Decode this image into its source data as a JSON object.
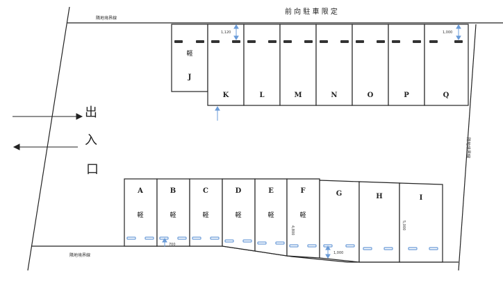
{
  "notes": {
    "forward_parking": "前 向 駐 車 限 定",
    "boundary_top": "隣地境界線",
    "boundary_bottom": "隣地境界線",
    "boundary_right": "隣地境界線"
  },
  "entrance": [
    "出",
    "入",
    "口"
  ],
  "kei_mark": "軽",
  "top_row": [
    {
      "id": "J",
      "kei": true
    },
    {
      "id": "K",
      "kei": false
    },
    {
      "id": "L",
      "kei": false
    },
    {
      "id": "M",
      "kei": false
    },
    {
      "id": "N",
      "kei": false
    },
    {
      "id": "O",
      "kei": false
    },
    {
      "id": "P",
      "kei": false
    },
    {
      "id": "Q",
      "kei": false
    }
  ],
  "bottom_row": [
    {
      "id": "A",
      "kei": true
    },
    {
      "id": "B",
      "kei": true
    },
    {
      "id": "C",
      "kei": true
    },
    {
      "id": "D",
      "kei": true
    },
    {
      "id": "E",
      "kei": true
    },
    {
      "id": "F",
      "kei": true
    },
    {
      "id": "G",
      "kei": false
    },
    {
      "id": "H",
      "kei": false
    },
    {
      "id": "I",
      "kei": false
    }
  ],
  "dimensions": {
    "k_top": "1,120",
    "q_top": "1,000",
    "b_bottom": "700",
    "f_side": "4,800",
    "g_bottom": "1,000",
    "i_side": "5,000"
  },
  "colors": {
    "line": "#222222",
    "wheel_stop_dark": "#333333",
    "wheel_stop_blue": "#6a9bd8",
    "dim_arrow": "#6a9bd8"
  }
}
